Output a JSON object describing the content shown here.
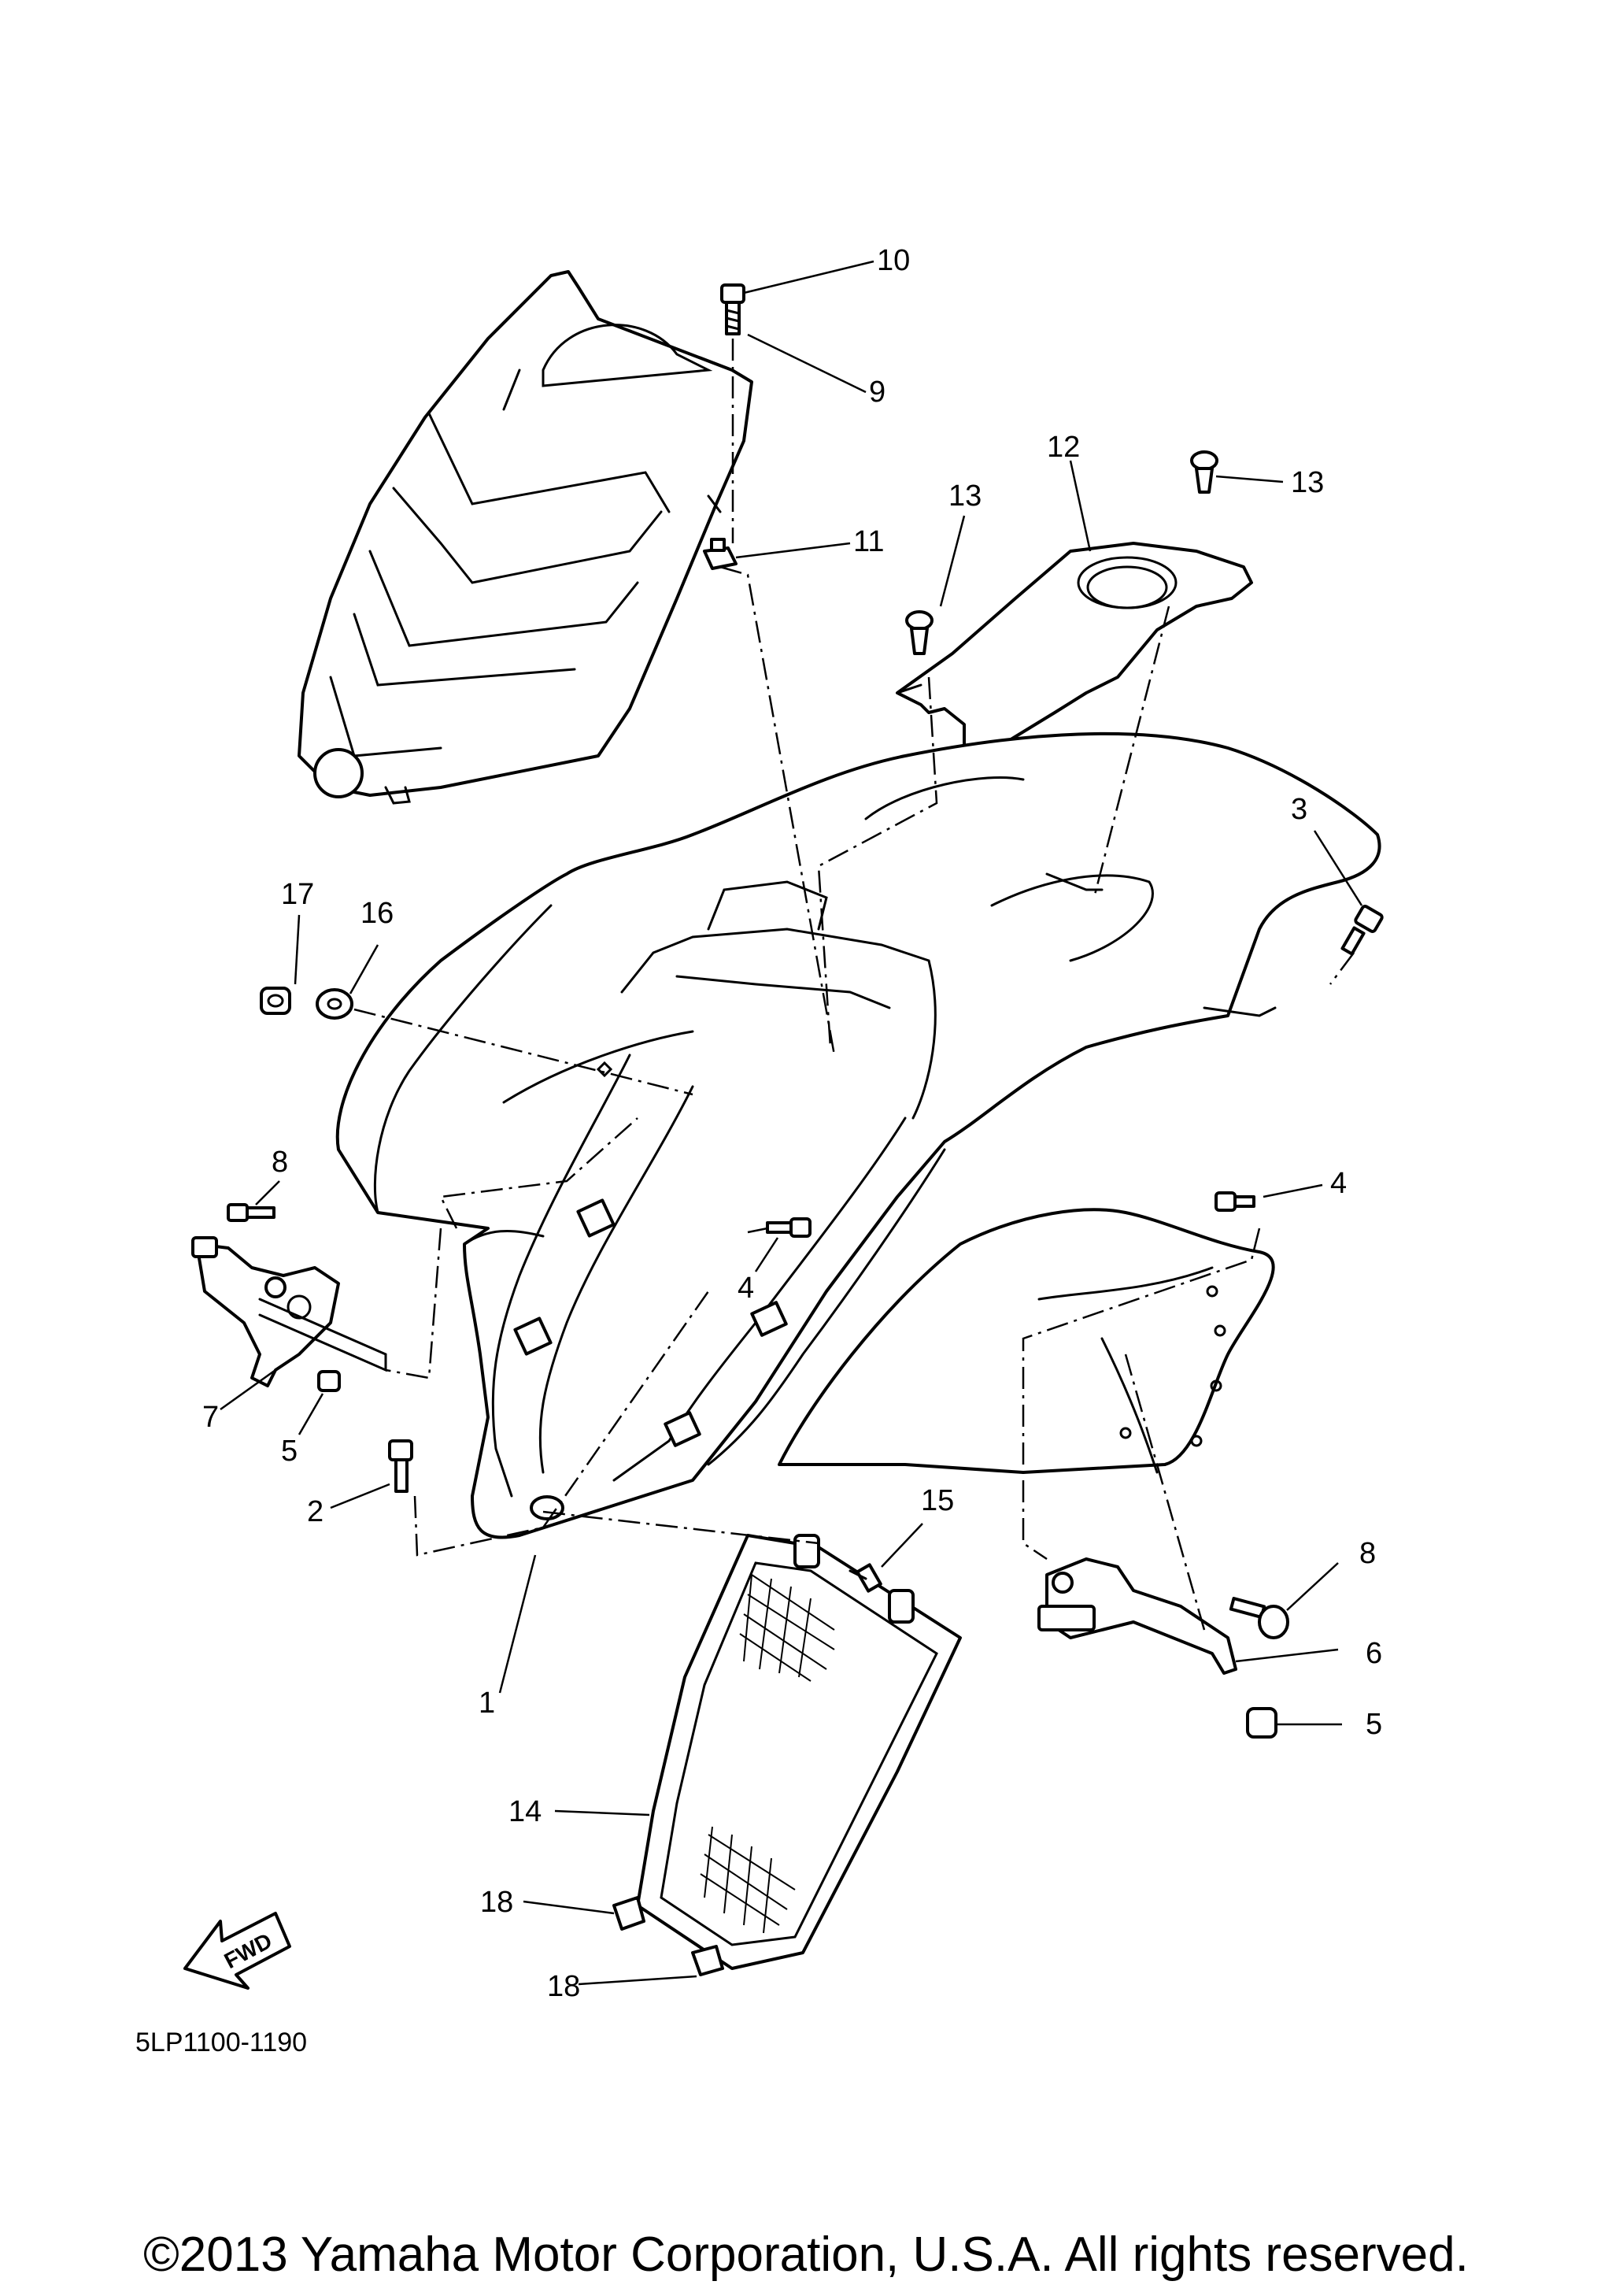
{
  "diagram_code": "5LP1100-1190",
  "copyright": "©2013 Yamaha Motor Corporation, U.S.A. All rights reserved.",
  "fwd_label": "FWD",
  "callouts": {
    "c1": "1",
    "c2": "2",
    "c3": "3",
    "c4a": "4",
    "c4b": "4",
    "c5a": "5",
    "c5b": "5",
    "c6": "6",
    "c7": "7",
    "c8a": "8",
    "c8b": "8",
    "c9": "9",
    "c10": "10",
    "c11": "11",
    "c12": "12",
    "c13a": "13",
    "c13b": "13",
    "c14": "14",
    "c15": "15",
    "c16": "16",
    "c17": "17",
    "c18a": "18",
    "c18b": "18"
  }
}
